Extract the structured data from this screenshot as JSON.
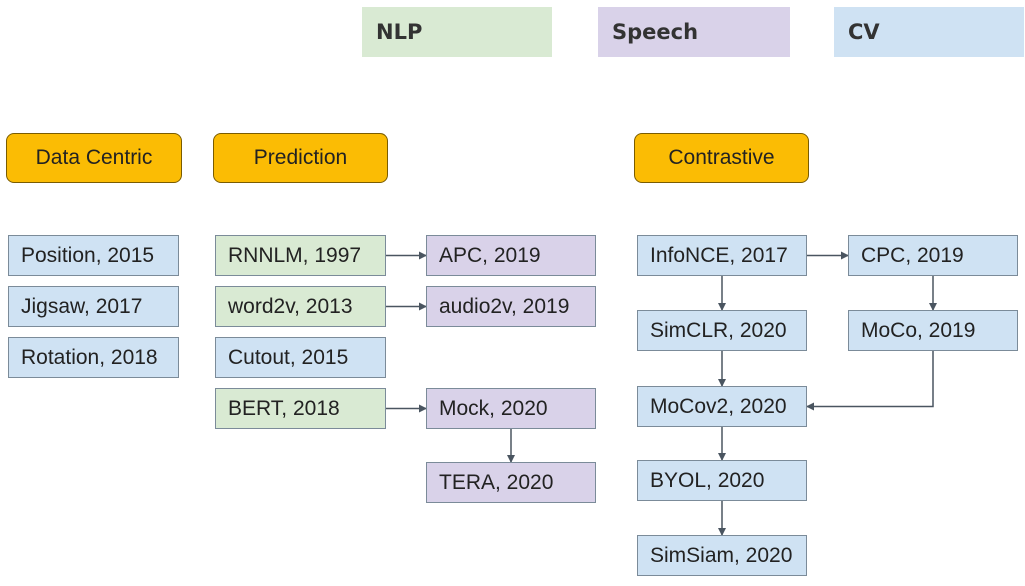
{
  "colors": {
    "nlp": "#d9ead3",
    "speech": "#d9d2e9",
    "cv": "#cfe2f3",
    "category": "#fbbc04",
    "arrow": "#4a5560"
  },
  "legend": {
    "nlp": "NLP",
    "speech": "Speech",
    "cv": "CV"
  },
  "categories": {
    "data_centric": "Data Centric",
    "prediction": "Prediction",
    "contrastive": "Contrastive"
  },
  "methods": {
    "position": "Position, 2015",
    "jigsaw": "Jigsaw, 2017",
    "rotation": "Rotation, 2018",
    "rnnlm": "RNNLM, 1997",
    "word2v": "word2v, 2013",
    "cutout": "Cutout, 2015",
    "bert": "BERT, 2018",
    "apc": "APC, 2019",
    "audio2v": "audio2v, 2019",
    "mock": "Mock, 2020",
    "tera": "TERA, 2020",
    "infonce": "InfoNCE, 2017",
    "simclr": "SimCLR, 2020",
    "mocov2": "MoCov2, 2020",
    "byol": "BYOL, 2020",
    "simsiam": "SimSiam, 2020",
    "cpc": "CPC, 2019",
    "moco": "MoCo, 2019"
  },
  "domains": {
    "position": "cv",
    "jigsaw": "cv",
    "rotation": "cv",
    "rnnlm": "nlp",
    "word2v": "nlp",
    "cutout": "cv",
    "bert": "nlp",
    "apc": "speech",
    "audio2v": "speech",
    "mock": "speech",
    "tera": "speech",
    "infonce": "cv",
    "simclr": "cv",
    "mocov2": "cv",
    "byol": "cv",
    "simsiam": "cv",
    "cpc": "cv",
    "moco": "cv"
  },
  "edges": [
    [
      "rnnlm",
      "apc"
    ],
    [
      "word2v",
      "audio2v"
    ],
    [
      "bert",
      "mock"
    ],
    [
      "mock",
      "tera"
    ],
    [
      "infonce",
      "cpc"
    ],
    [
      "infonce",
      "simclr"
    ],
    [
      "cpc",
      "moco"
    ],
    [
      "simclr",
      "mocov2"
    ],
    [
      "moco",
      "mocov2"
    ],
    [
      "mocov2",
      "byol"
    ],
    [
      "byol",
      "simsiam"
    ]
  ]
}
